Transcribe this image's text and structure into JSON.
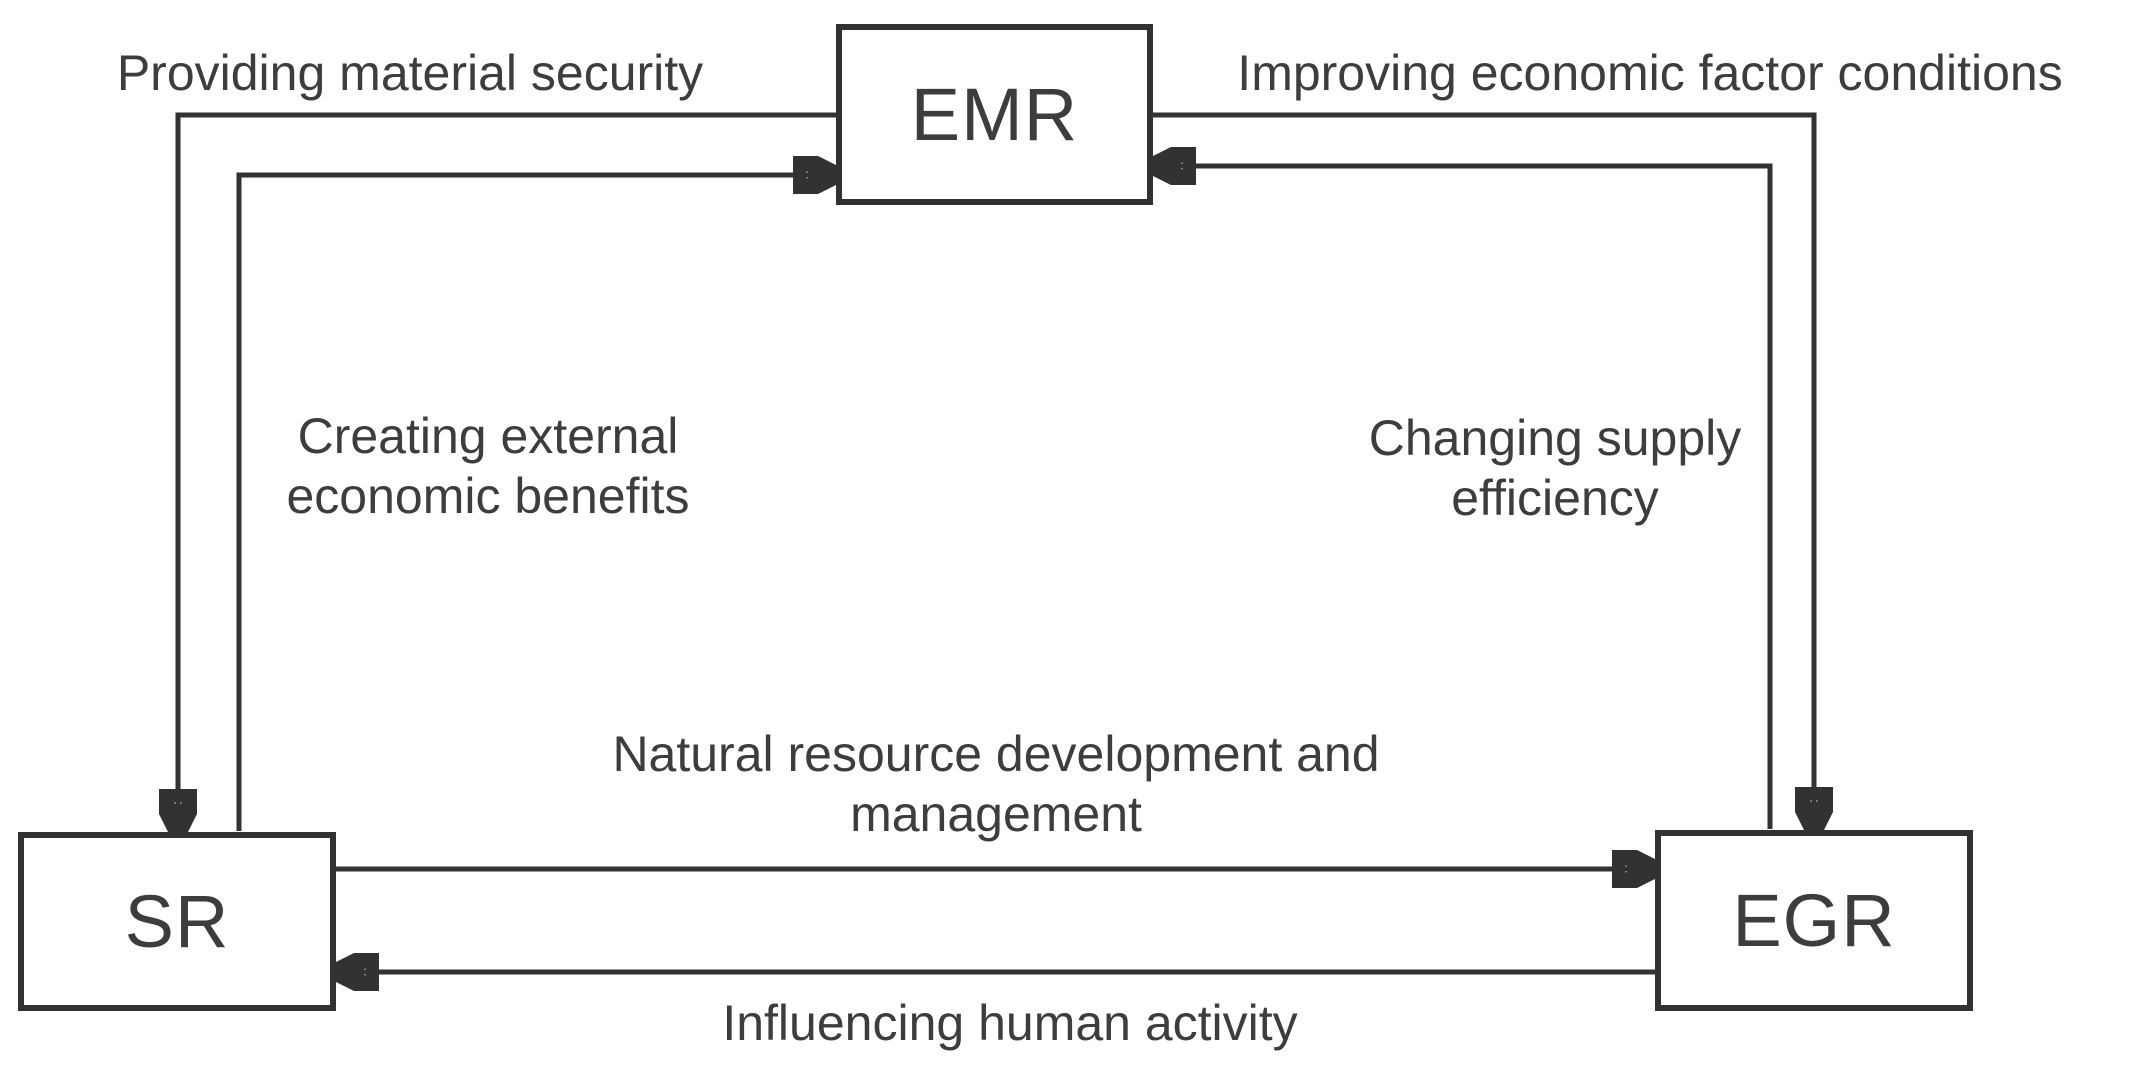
{
  "nodes": {
    "emr": {
      "label": "EMR"
    },
    "sr": {
      "label": "SR"
    },
    "egr": {
      "label": "EGR"
    }
  },
  "edges": [
    {
      "id": "emr-to-sr",
      "from": "EMR",
      "to": "SR",
      "label": "Providing material security"
    },
    {
      "id": "sr-to-emr",
      "from": "SR",
      "to": "EMR",
      "label": "Creating external\neconomic benefits"
    },
    {
      "id": "emr-to-egr",
      "from": "EMR",
      "to": "EGR",
      "label": "Improving economic factor conditions"
    },
    {
      "id": "egr-to-emr",
      "from": "EGR",
      "to": "EMR",
      "label": "Changing supply\nefficiency"
    },
    {
      "id": "sr-to-egr",
      "from": "SR",
      "to": "EGR",
      "label": "Natural resource development and\nmanagement"
    },
    {
      "id": "egr-to-sr",
      "from": "EGR",
      "to": "SR",
      "label": "Influencing human activity"
    }
  ],
  "colors": {
    "line": "#323232",
    "text": "#3d3d3d",
    "background": "#ffffff"
  }
}
